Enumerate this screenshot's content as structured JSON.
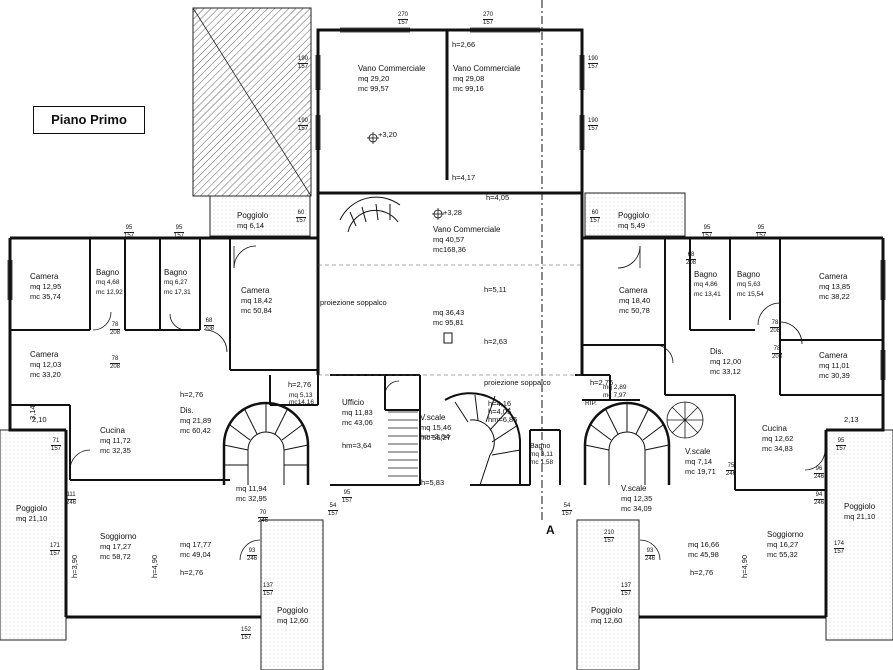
{
  "title": "Piano Primo",
  "section_marker": "A",
  "rooms": {
    "vano_comm_1": {
      "name": "Vano Commerciale",
      "mq": "mq  29,20",
      "mc": "mc  99,57"
    },
    "vano_comm_2": {
      "name": "Vano Commerciale",
      "mq": "mq  29,08",
      "mc": "mc  99,16"
    },
    "vano_comm_3": {
      "name": "Vano Commerciale",
      "mq": "mq  40,57",
      "mc": "mc168,36"
    },
    "soppalco": {
      "mq": "mq  36,43",
      "mc": "mc  95,81"
    },
    "poggiolo_nl": {
      "name": "Poggiolo",
      "mq": "mq  6,14"
    },
    "poggiolo_nr": {
      "name": "Poggiolo",
      "mq": "mq  5,49"
    },
    "camera_l1": {
      "name": "Camera",
      "mq": "mq  12,95",
      "mc": "mc  35,74"
    },
    "bagno_l1": {
      "name": "Bagno",
      "mq": "mq  4,68",
      "mc": "mc  12,92"
    },
    "bagno_l2": {
      "name": "Bagno",
      "mq": "mq  6,27",
      "mc": "mc  17,31"
    },
    "camera_l2": {
      "name": "Camera",
      "mq": "mq  18,42",
      "mc": "mc  50,84"
    },
    "camera_l3": {
      "name": "Camera",
      "mq": "mq  12,03",
      "mc": "mc  33,20"
    },
    "dis_l": {
      "name": "Dis.",
      "mq": "mq  21,89",
      "mc": "mc  60,42"
    },
    "cucina_l": {
      "name": "Cucina",
      "mq": "mq  11,72",
      "mc": "mc  32,35"
    },
    "soggiorno_l": {
      "name": "Soggiorno",
      "mq": "mq  17,27",
      "mc": "mc  58,72"
    },
    "soggiorno_l2": {
      "mq": "mq  17,77",
      "mc": "mc  49,04"
    },
    "poggiolo_l": {
      "name": "Poggiolo",
      "mq": "mq  21,10"
    },
    "poggiolo_bl": {
      "name": "Poggiolo",
      "mq": "mq  12,60"
    },
    "stair_l": {
      "mq": "mq  11,94",
      "mc": "mc  32,95"
    },
    "small_l": {
      "mq": "mq  5,13",
      "mc": "mc14,16"
    },
    "ufficio": {
      "name": "Ufficio",
      "mq": "mq  11,83",
      "mc": "mc  43,06"
    },
    "vscale_c": {
      "name": "V.scale",
      "mq": "mq  15,46",
      "mc": "mc  56,27"
    },
    "rip": {
      "name": "RIP.",
      "mq": "mq  2,89",
      "mc": "mc  7,97"
    },
    "bagno_c": {
      "name": "Bagno",
      "mq": "mq  3,11",
      "mc": "mc  1,58"
    },
    "camera_r1": {
      "name": "Camera",
      "mq": "mq  18,40",
      "mc": "mc  50,78"
    },
    "bagno_r1": {
      "name": "Bagno",
      "mq": "mq  4,86",
      "mc": "mc  13,41"
    },
    "bagno_r2": {
      "name": "Bagno",
      "mq": "mq  5,63",
      "mc": "mc  15,54"
    },
    "camera_r2": {
      "name": "Camera",
      "mq": "mq  13,85",
      "mc": "mc  38,22"
    },
    "dis_r": {
      "name": "Dis.",
      "mq": "mq  12,00",
      "mc": "mc  33,12"
    },
    "camera_r3": {
      "name": "Camera",
      "mq": "mq  11,01",
      "mc": "mc  30,39"
    },
    "cucina_r": {
      "name": "Cucina",
      "mq": "mq  12,62",
      "mc": "mc  34,83"
    },
    "vscale_r": {
      "name": "V.scale",
      "mq": "mq  7,14",
      "mc": "mc  19,71"
    },
    "vscale_r2": {
      "name": "V.scale",
      "mq": "mq  12,35",
      "mc": "mc  34,09"
    },
    "soggiorno_r": {
      "name": "Soggiorno",
      "mq": "mq  16,27",
      "mc": "mc  55,32"
    },
    "soggiorno_r2": {
      "mq": "mq  16,66",
      "mc": "mc  45,98"
    },
    "poggiolo_r": {
      "name": "Poggiolo",
      "mq": "mq  21,10"
    },
    "poggiolo_br": {
      "name": "Poggiolo",
      "mq": "mq  12,60"
    }
  },
  "labels": {
    "proiezione_1": "proiezione soppalco",
    "proiezione_2": "proiezione soppalco",
    "h266": "h=2,66",
    "h417": "h=4,17",
    "h405": "h=4,05",
    "h511": "h=5,11",
    "h263": "h=2,63",
    "h276_l": "h=2,76",
    "h276_c": "h=2,76",
    "h276_r": "h=2,76",
    "h276_sl": "h=2,76",
    "h276_sr": "h=2,76",
    "hm364_l": "hm=3,64",
    "hm364_c": "hm=3,64",
    "h583": "h=5,83",
    "h416": "h=4,16",
    "h405b": "h=4,05",
    "hm685": "hm=6,85",
    "lev320": "+3,20",
    "lev328": "+3,28",
    "side_210": "2,10",
    "side_213": "2,13",
    "side_390_l": "h=3,90",
    "side_490_l": "h=4,90",
    "side_490_r": "h=4,90",
    "side_314": "3,14"
  },
  "dims": [
    {
      "k": "d1",
      "t": "270",
      "b": "157"
    },
    {
      "k": "d2",
      "t": "270",
      "b": "157"
    },
    {
      "k": "d3",
      "t": "190",
      "b": "157"
    },
    {
      "k": "d4",
      "t": "190",
      "b": "157"
    },
    {
      "k": "d5",
      "t": "190",
      "b": "157"
    },
    {
      "k": "d6",
      "t": "190",
      "b": "157"
    },
    {
      "k": "d7",
      "t": "60",
      "b": "157"
    },
    {
      "k": "d8",
      "t": "60",
      "b": "157"
    },
    {
      "k": "d9",
      "t": "95",
      "b": "157"
    },
    {
      "k": "d10",
      "t": "95",
      "b": "157"
    },
    {
      "k": "d11",
      "t": "95",
      "b": "157"
    },
    {
      "k": "d12",
      "t": "95",
      "b": "157"
    },
    {
      "k": "d13",
      "t": "78",
      "b": "208"
    },
    {
      "k": "d14",
      "t": "78",
      "b": "208"
    },
    {
      "k": "d15",
      "t": "78",
      "b": "208"
    },
    {
      "k": "d16",
      "t": "78",
      "b": "208"
    },
    {
      "k": "d17",
      "t": "68",
      "b": "208"
    },
    {
      "k": "d18",
      "t": "68",
      "b": "208"
    },
    {
      "k": "d19",
      "t": "71",
      "b": "157"
    },
    {
      "k": "d20",
      "t": "95",
      "b": "157"
    },
    {
      "k": "d21",
      "t": "111",
      "b": "246"
    },
    {
      "k": "d22",
      "t": "96",
      "b": "246"
    },
    {
      "k": "d23",
      "t": "171",
      "b": "157"
    },
    {
      "k": "d24",
      "t": "174",
      "b": "157"
    },
    {
      "k": "d25",
      "t": "70",
      "b": "246"
    },
    {
      "k": "d26",
      "t": "75",
      "b": "246"
    },
    {
      "k": "d27",
      "t": "93",
      "b": "246"
    },
    {
      "k": "d28",
      "t": "93",
      "b": "246"
    },
    {
      "k": "d29",
      "t": "137",
      "b": "157"
    },
    {
      "k": "d30",
      "t": "137",
      "b": "157"
    },
    {
      "k": "d31",
      "t": "152",
      "b": "157"
    },
    {
      "k": "d32",
      "t": "210",
      "b": "157"
    },
    {
      "k": "d33",
      "t": "54",
      "b": "157"
    },
    {
      "k": "d34",
      "t": "54",
      "b": "157"
    },
    {
      "k": "d35",
      "t": "95",
      "b": "157"
    },
    {
      "k": "d36",
      "t": "94",
      "b": "246"
    }
  ]
}
